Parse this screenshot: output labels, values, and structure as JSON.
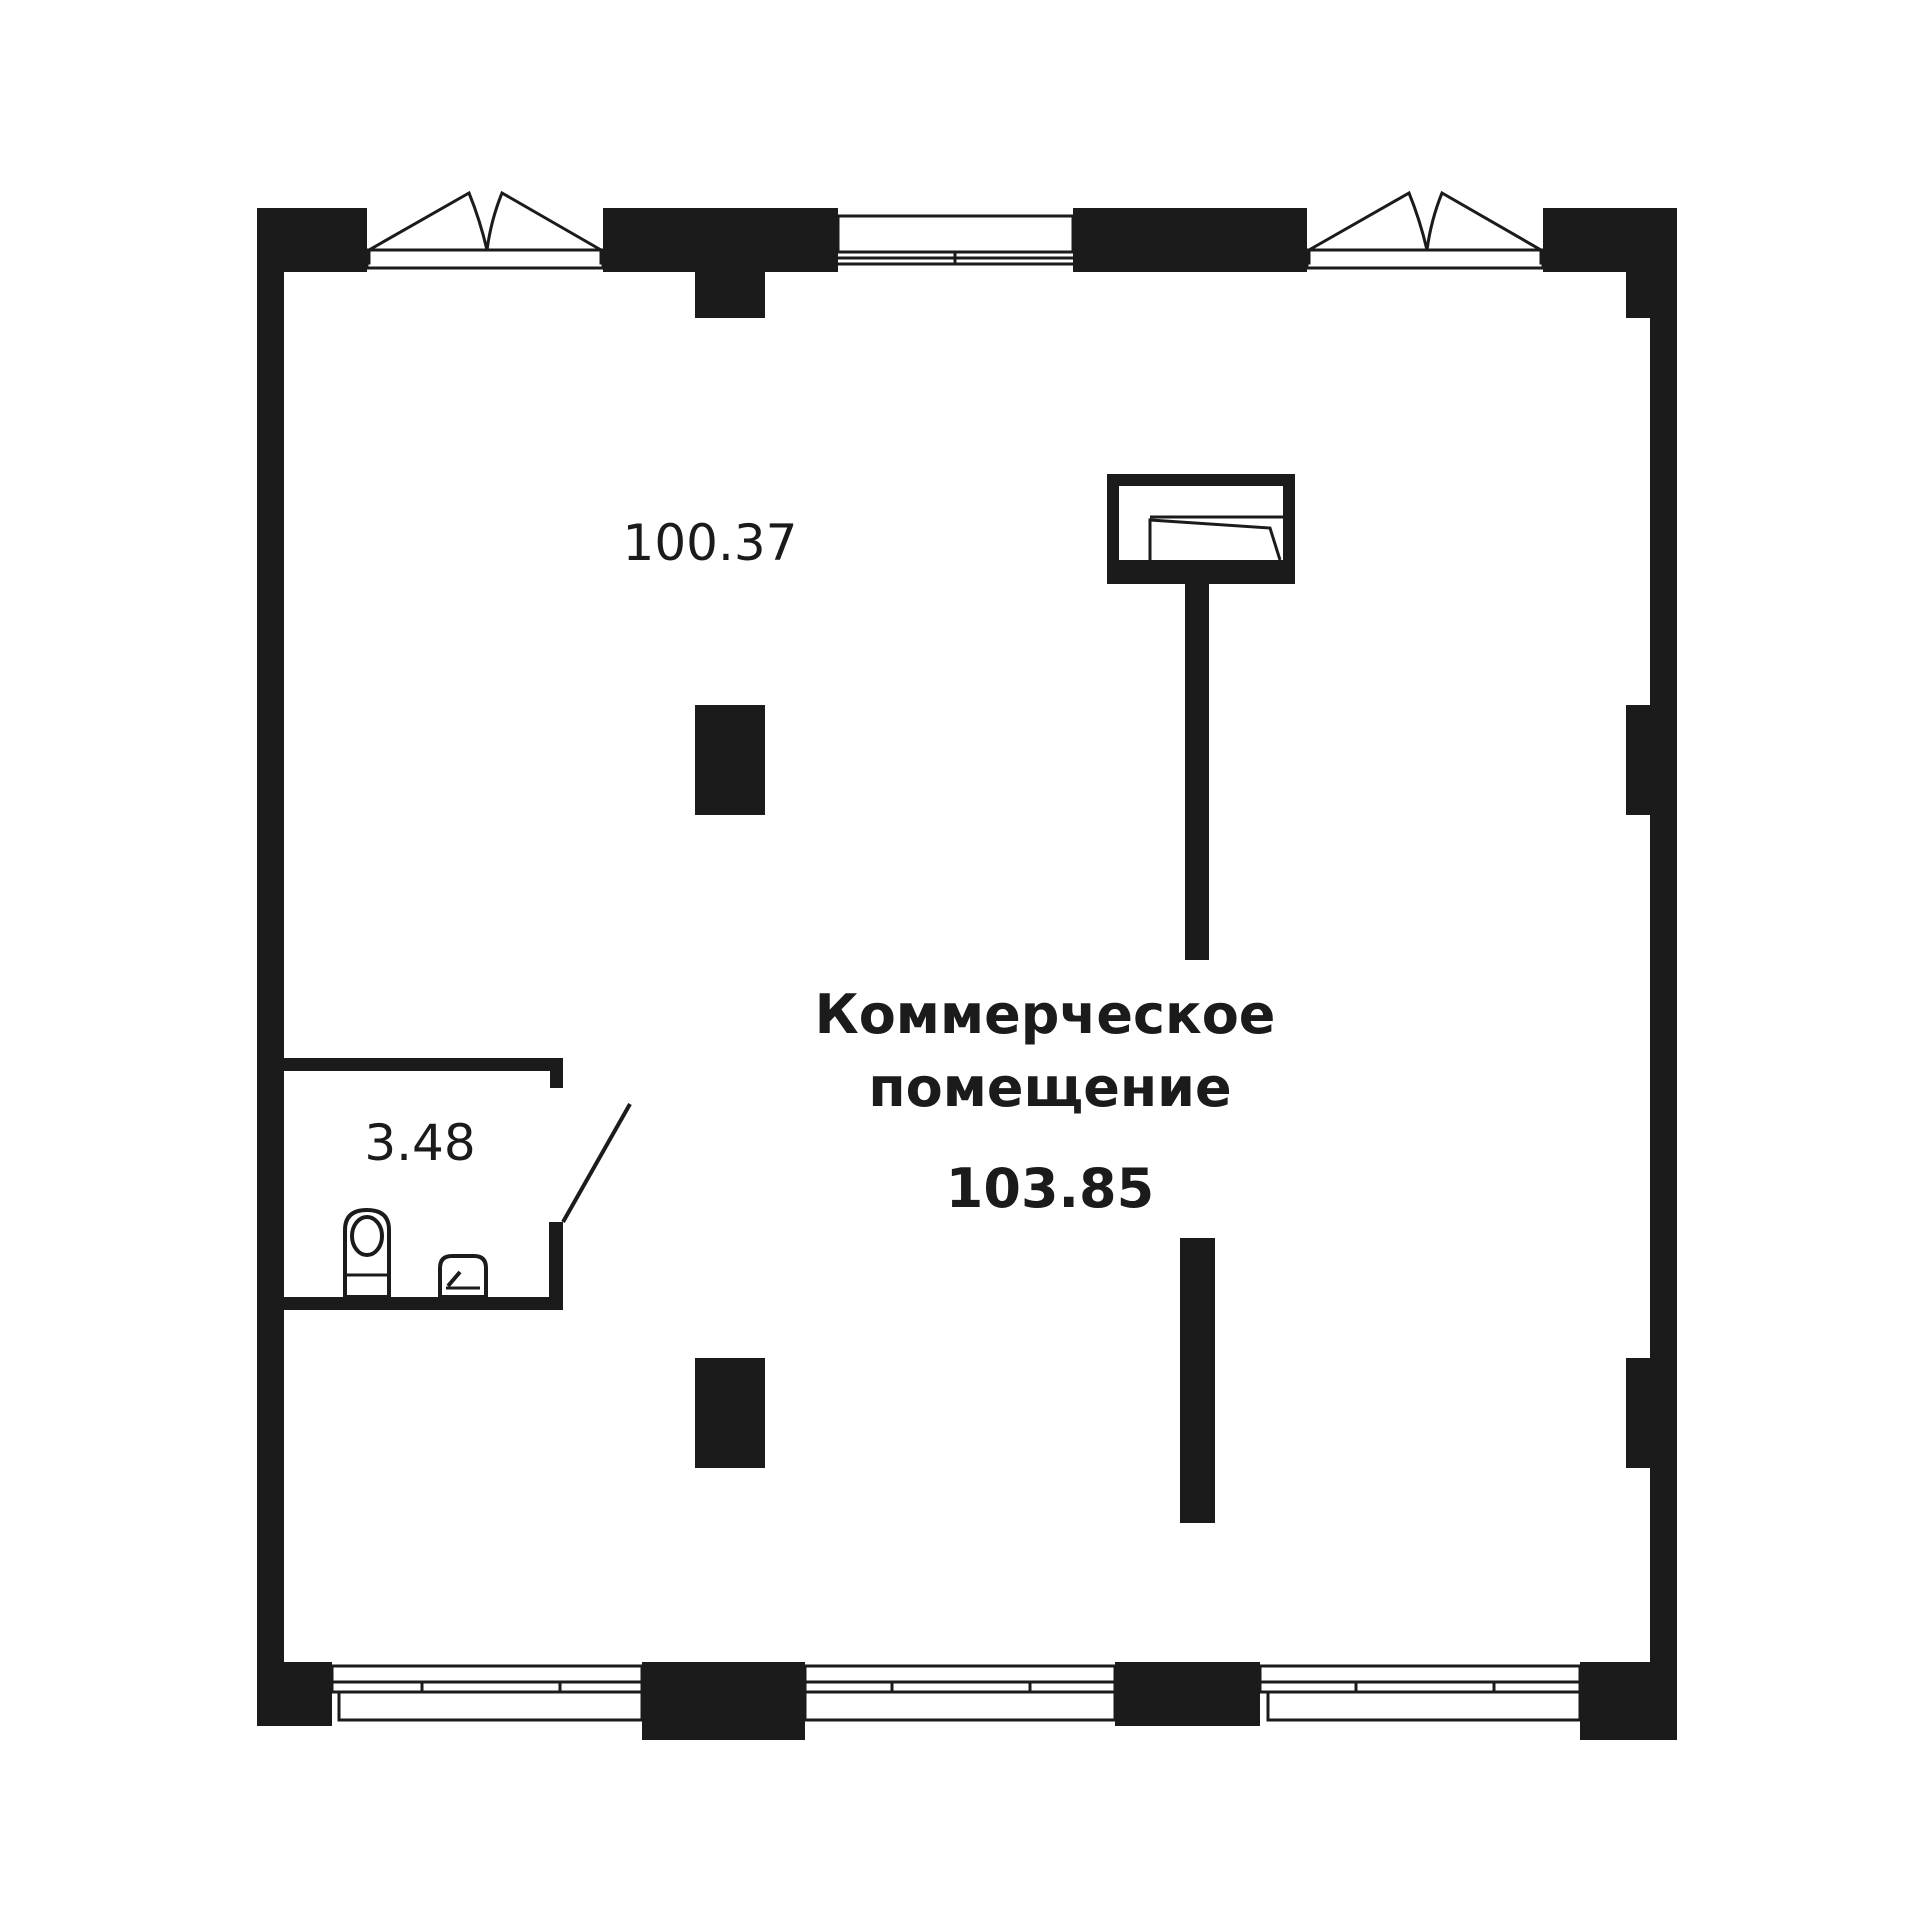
{
  "plan": {
    "rooms": [
      {
        "id": "main-hall",
        "area": "100.37"
      },
      {
        "id": "restroom",
        "area": "3.48"
      }
    ],
    "premises": {
      "name_line1": "Коммерческое",
      "name_line2": "помещение",
      "total_area": "103.85"
    }
  }
}
